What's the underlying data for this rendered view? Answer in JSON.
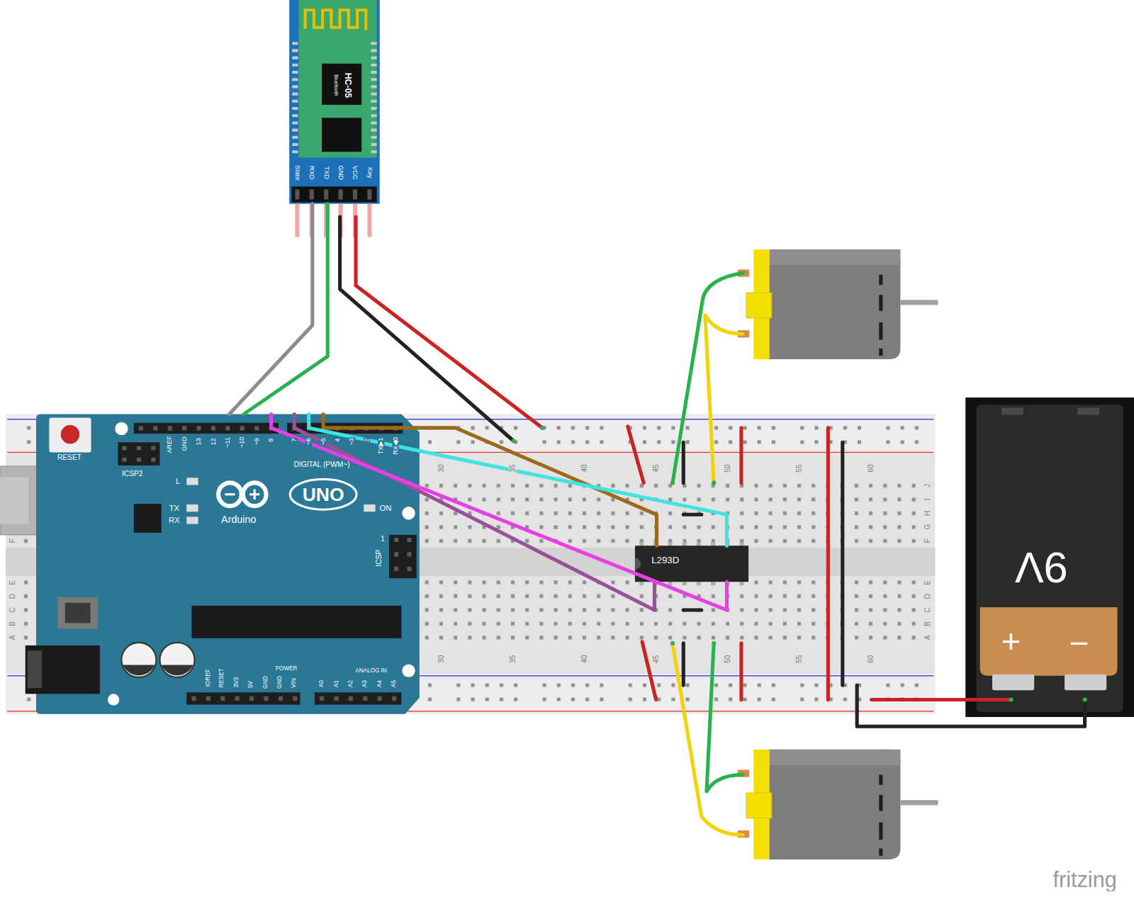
{
  "diagram": {
    "nodes": [
      {
        "text": [
          "HC-05",
          "Bluetooth"
        ]
      },
      {
        "text": [
          "UNO",
          "Arduino"
        ]
      },
      {
        "text": [
          "L293D"
        ]
      },
      {
        "text": [
          "9V",
          "+",
          "−"
        ]
      }
    ],
    "edges": [
      {
        "from": 0,
        "to": 1,
        "arrow": "none"
      },
      {
        "from": 0,
        "to": 1,
        "arrow": "none"
      },
      {
        "from": 1,
        "to": 2,
        "arrow": "none"
      },
      {
        "from": 1,
        "to": 2,
        "arrow": "none"
      },
      {
        "from": 1,
        "to": 2,
        "arrow": "none"
      },
      {
        "from": 1,
        "to": 2,
        "arrow": "none"
      }
    ],
    "labels": [
      "AREF",
      "GND",
      "13",
      "12",
      "~11",
      "~10",
      "~9",
      "8",
      "7",
      "~6",
      "~5",
      "4",
      "~3",
      "2",
      "TX▶1",
      "RX◀0",
      "DIGITAL (PWM~)",
      "RESET",
      "ICSP2",
      "L",
      "TX",
      "RX",
      "ON",
      "1",
      "ICSP",
      "IOREF",
      "RESET",
      "3V3",
      "5V",
      "GND",
      "GND",
      "VIN",
      "POWER",
      "ANALOG IN",
      "A0",
      "A1",
      "A2",
      "A3",
      "A4",
      "A5",
      "State",
      "RXD",
      "TXD",
      "GND",
      "VCC",
      "Key",
      "30",
      "35",
      "40",
      "45",
      "50",
      "55",
      "60",
      "30",
      "35",
      "40",
      "45",
      "50",
      "55",
      "60",
      "J",
      "I",
      "H",
      "G",
      "F",
      "E",
      "D",
      "C",
      "B",
      "A",
      "F",
      "E",
      "D",
      "C",
      "B",
      "A",
      "fritzing"
    ]
  }
}
